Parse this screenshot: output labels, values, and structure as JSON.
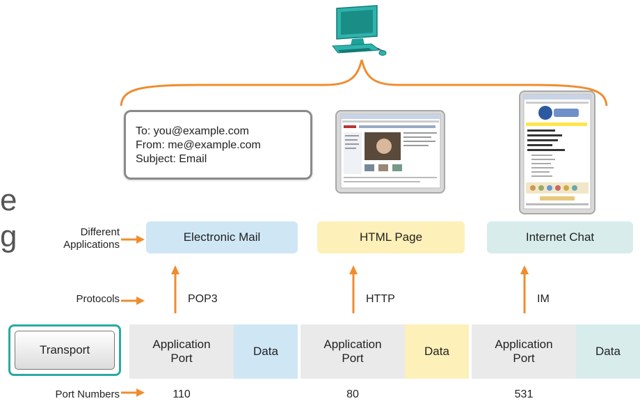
{
  "clipped_text": {
    "line1": "e",
    "line2": "g"
  },
  "email": {
    "to": "To: you@example.com",
    "from": "From: me@example.com",
    "subject": "Subject: Email"
  },
  "labels": {
    "applications_line1": "Different",
    "applications_line2": "Applications",
    "protocols": "Protocols",
    "port_numbers": "Port Numbers"
  },
  "applications": [
    {
      "name": "Electronic Mail",
      "color": "#cfe7f5"
    },
    {
      "name": "HTML Page",
      "color": "#fdf0b8"
    },
    {
      "name": "Internet Chat",
      "color": "#d8ecec"
    }
  ],
  "protocols": [
    "POP3",
    "HTTP",
    "IM"
  ],
  "transport": {
    "label": "Transport",
    "segments": [
      {
        "port_label_1": "Application",
        "port_label_2": "Port",
        "data_label": "Data",
        "data_color": "#cfe7f5"
      },
      {
        "port_label_1": "Application",
        "port_label_2": "Port",
        "data_label": "Data",
        "data_color": "#fdf0b8"
      },
      {
        "port_label_1": "Application",
        "port_label_2": "Port",
        "data_label": "Data",
        "data_color": "#d8ecec"
      }
    ]
  },
  "port_numbers": [
    "110",
    "80",
    "531"
  ],
  "colors": {
    "accent_arrow": "#f08c2e",
    "brace": "#f08c2e",
    "transport_border": "#2aa9a2",
    "computer": "#1fa19a"
  },
  "icons": [
    "computer-icon",
    "web-browser-thumbnail",
    "chat-client-thumbnail",
    "arrow-up-icon",
    "arrow-right-icon"
  ]
}
